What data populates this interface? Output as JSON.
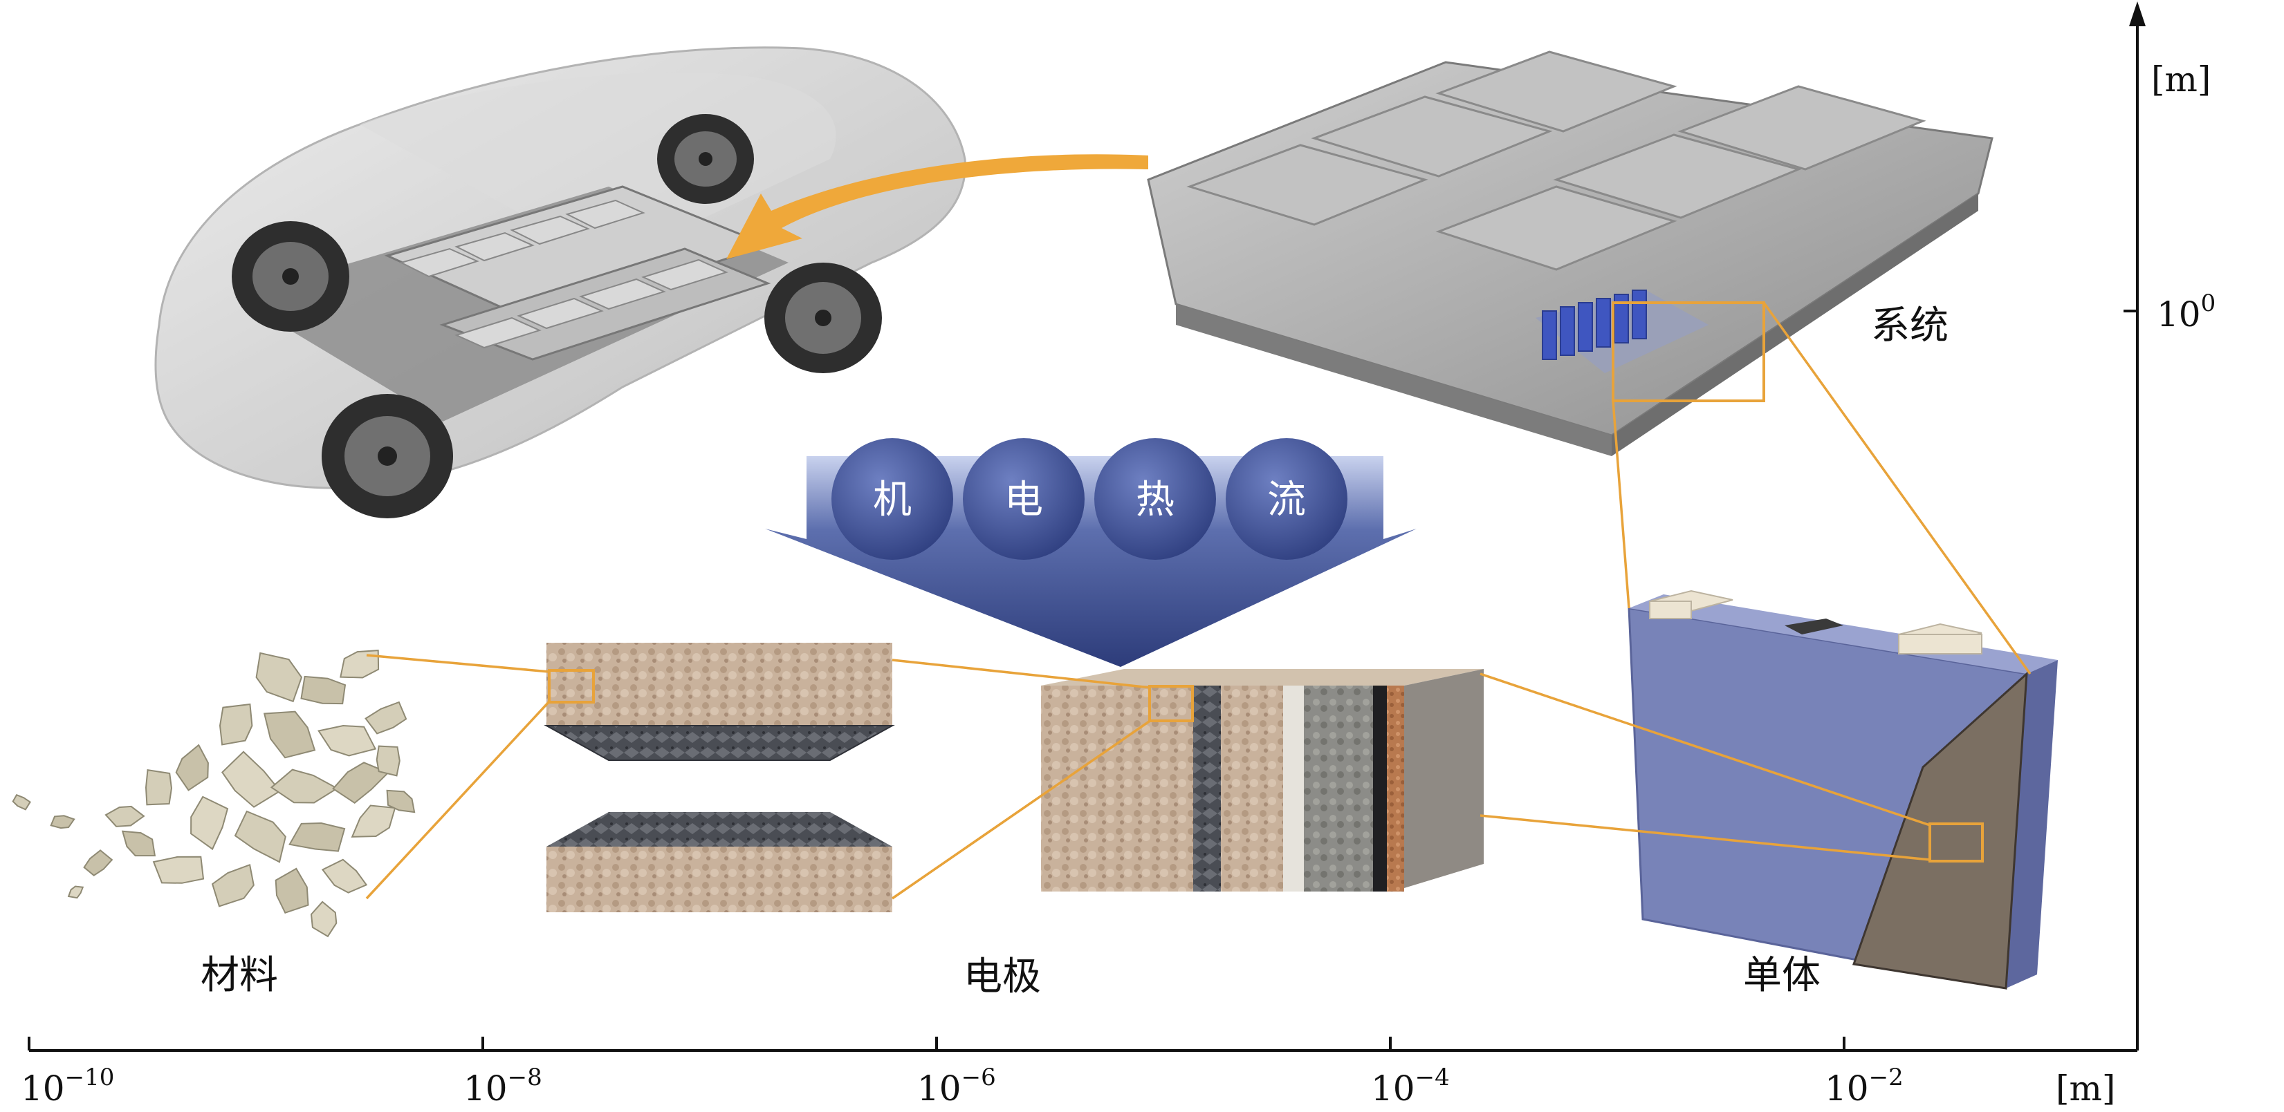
{
  "x_axis": {
    "unit": "[m]",
    "ticks": [
      {
        "base": "10",
        "exp": "−10"
      },
      {
        "base": "10",
        "exp": "−8"
      },
      {
        "base": "10",
        "exp": "−6"
      },
      {
        "base": "10",
        "exp": "−4"
      },
      {
        "base": "10",
        "exp": "−2"
      }
    ]
  },
  "y_axis": {
    "unit": "[m]",
    "ticks": [
      {
        "base": "10",
        "exp": "0"
      }
    ]
  },
  "physics": [
    "机",
    "电",
    "热",
    "流"
  ],
  "labels": {
    "material": "材料",
    "electrode": "电极",
    "cell": "单体",
    "system": "系统"
  },
  "colors": {
    "connector": "#e8a33a",
    "arrow_blue": "#4a5d9c",
    "arrow_orange": "#efa83a",
    "cell_blue": "#7883b8"
  }
}
